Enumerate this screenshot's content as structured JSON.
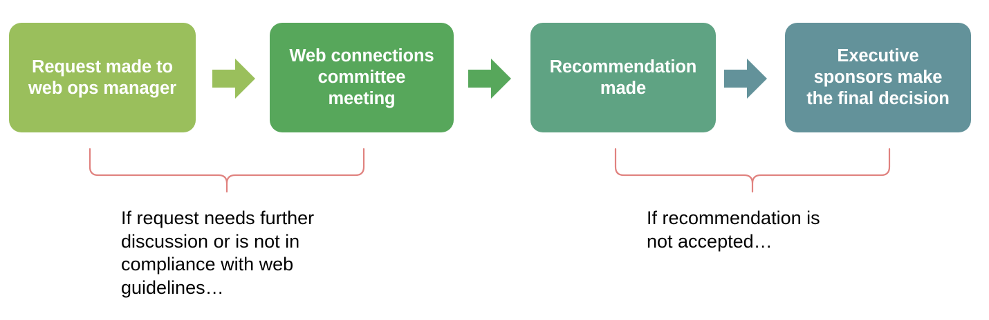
{
  "diagram": {
    "title": "Web request approval process flow",
    "type": "horizontal-process-flow",
    "background_color": "#ffffff"
  },
  "steps": [
    {
      "id": "step-1",
      "order": 1,
      "label": "Request made to\nweb ops manager",
      "fill_color": "#9ABF5C",
      "text_color": "#ffffff"
    },
    {
      "id": "step-2",
      "order": 2,
      "label": "Web connections\ncommittee\nmeeting",
      "fill_color": "#57A75B",
      "text_color": "#ffffff"
    },
    {
      "id": "step-3",
      "order": 3,
      "label": "Recommendation\nmade",
      "fill_color": "#5FA383",
      "text_color": "#ffffff"
    },
    {
      "id": "step-4",
      "order": 4,
      "label": "Executive\nsponsors make\nthe final decision",
      "fill_color": "#63929A",
      "text_color": "#ffffff"
    }
  ],
  "arrows": [
    {
      "id": "arrow-1",
      "from": "step-1",
      "to": "step-2",
      "icon": "right-arrow-icon",
      "color": "#9ABF5C"
    },
    {
      "id": "arrow-2",
      "from": "step-2",
      "to": "step-3",
      "icon": "right-arrow-icon",
      "color": "#57A75B"
    },
    {
      "id": "arrow-3",
      "from": "step-3",
      "to": "step-4",
      "icon": "right-arrow-icon",
      "color": "#63929A"
    }
  ],
  "annotations": [
    {
      "id": "annotation-1",
      "brace_id": "brace-1",
      "icon": "curly-brace-down-icon",
      "brace_color": "#E0827F",
      "spans": [
        "step-1",
        "step-2"
      ],
      "text": "If request needs further\ndiscussion or is not in\ncompliance with web\nguidelines…"
    },
    {
      "id": "annotation-2",
      "brace_id": "brace-2",
      "icon": "curly-brace-down-icon",
      "brace_color": "#E0827F",
      "spans": [
        "step-3",
        "step-4"
      ],
      "text": "If recommendation is\nnot accepted…"
    }
  ]
}
